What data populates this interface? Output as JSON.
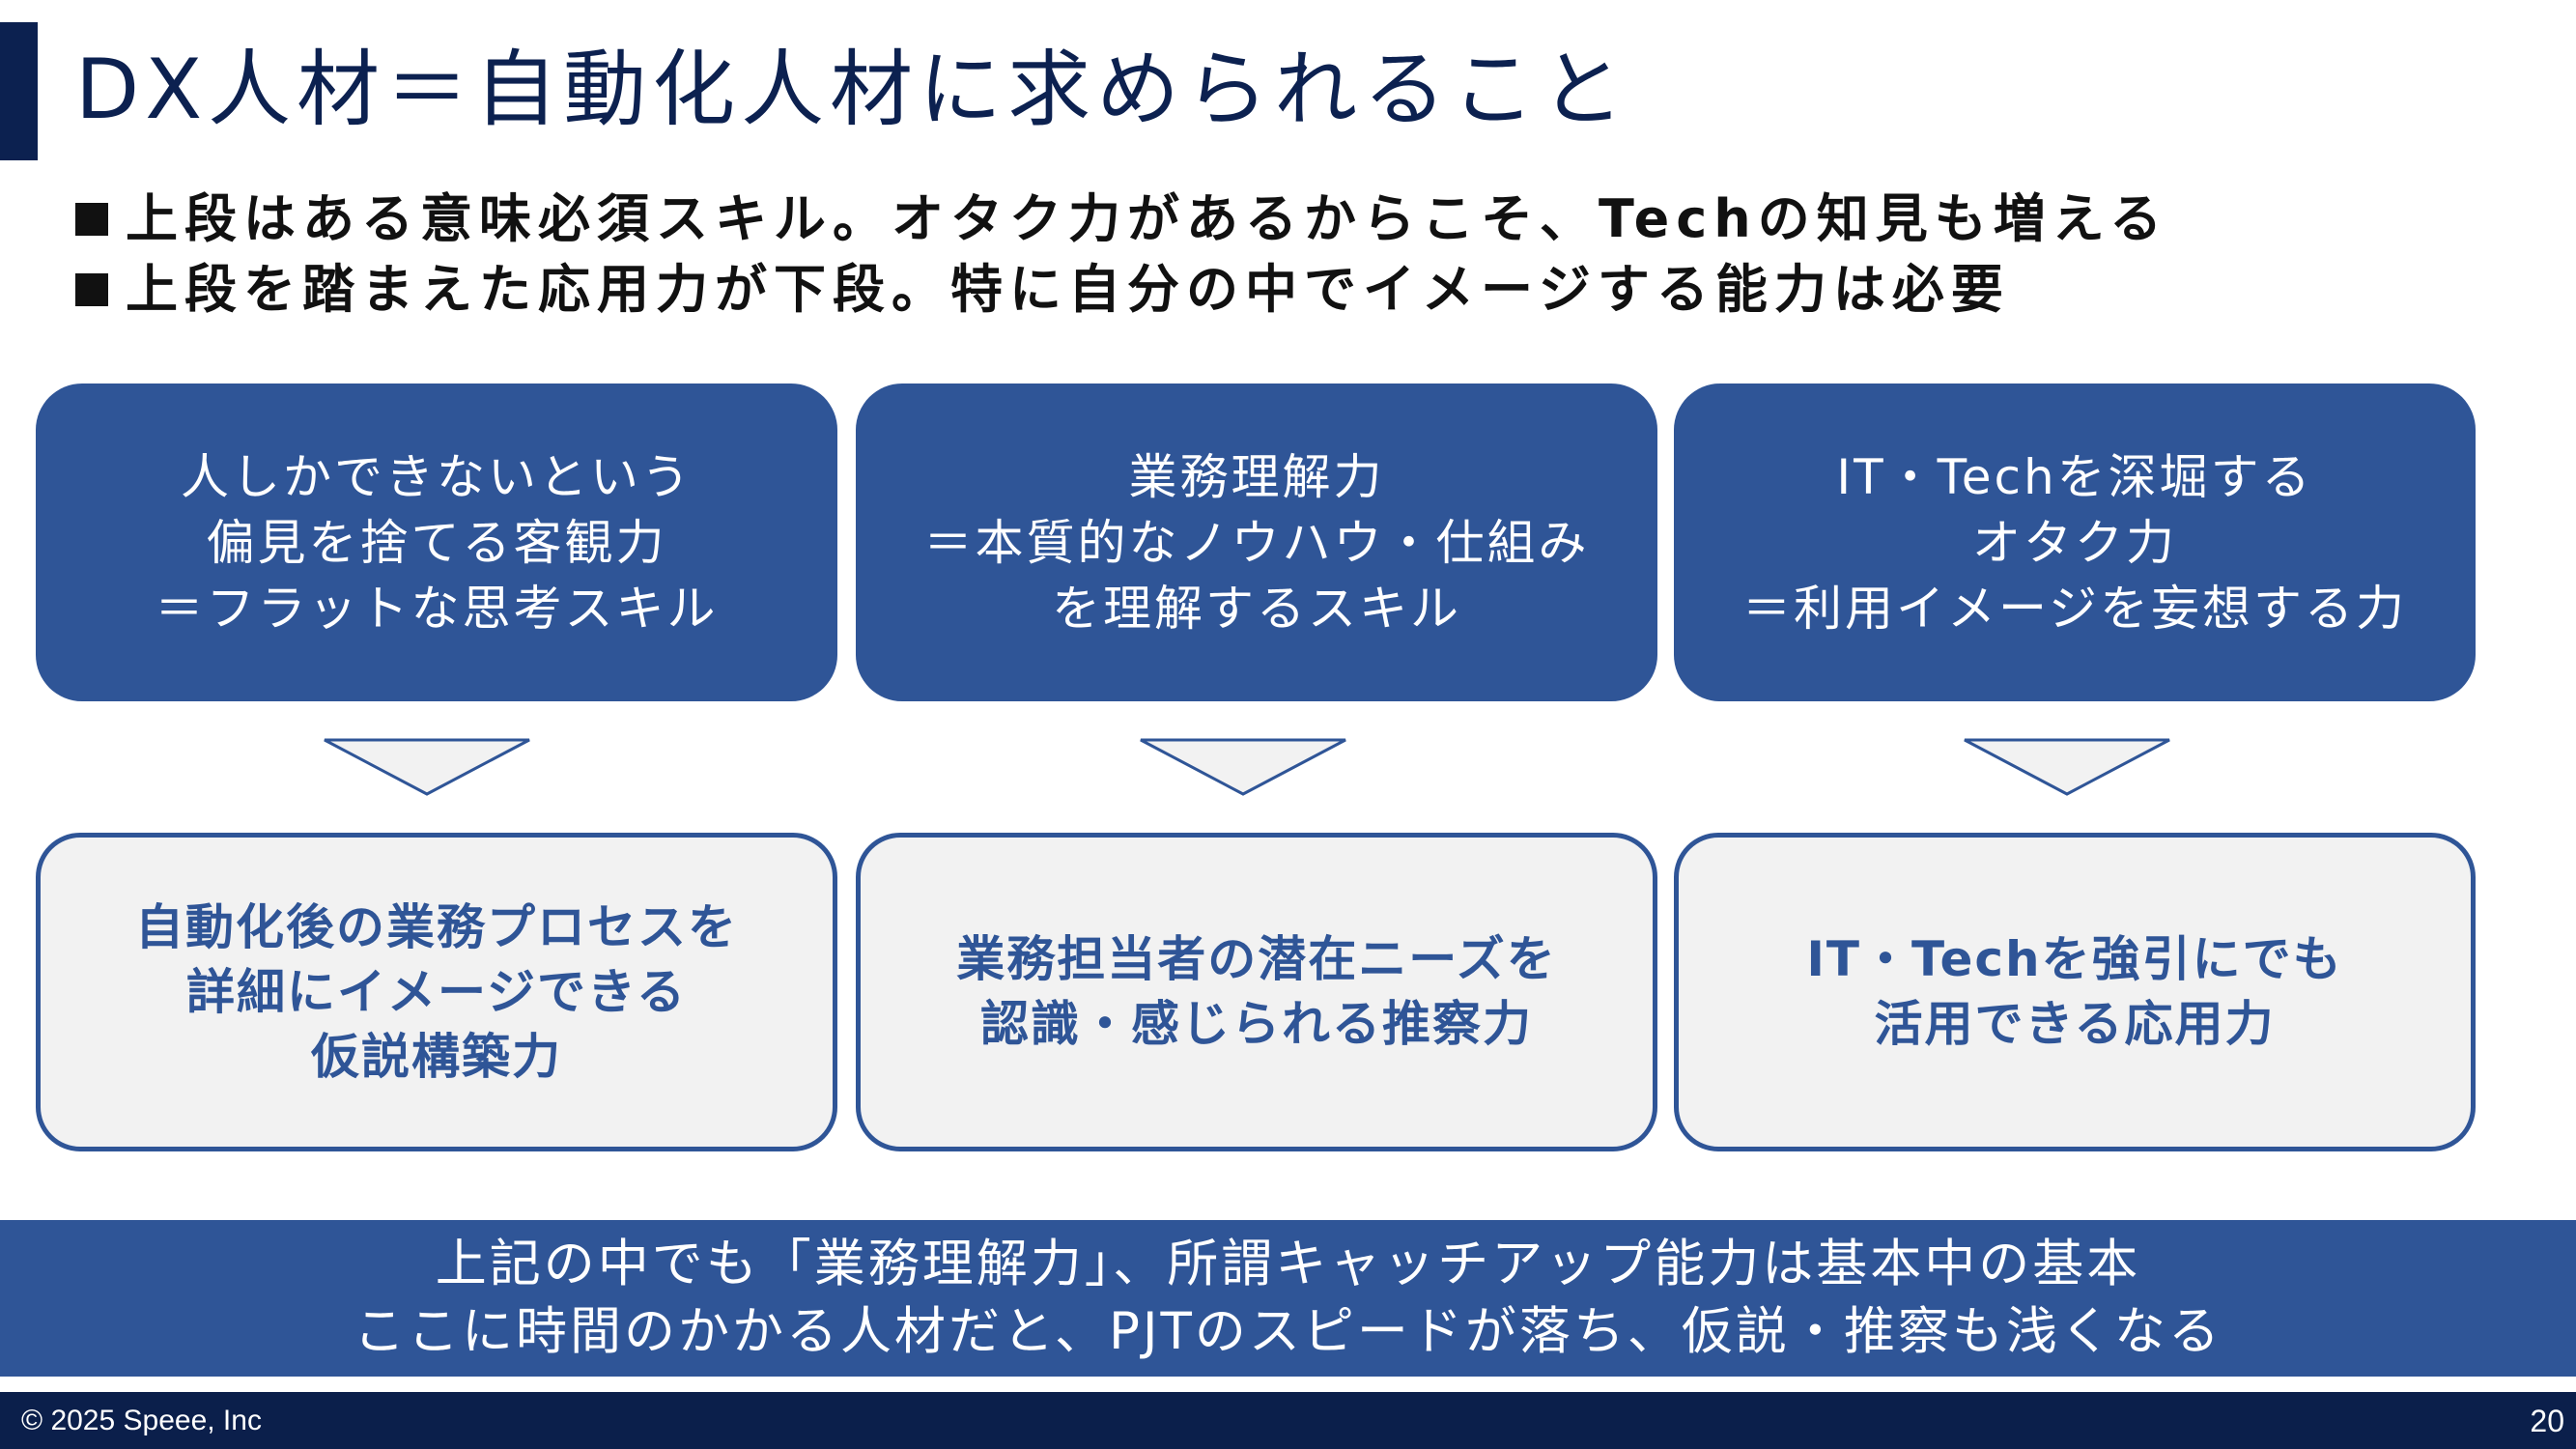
{
  "title": "DX人材＝自動化人材に求められること",
  "bullets": [
    "上段はある意味必須スキル。オタク力があるからこそ、Techの知見も増える",
    "上段を踏まえた応用力が下段。特に自分の中でイメージする能力は必要"
  ],
  "top_boxes": [
    {
      "lines": [
        "人しかできないという",
        "偏見を捨てる客観力",
        "＝フラットな思考スキル"
      ]
    },
    {
      "lines": [
        "業務理解力",
        "＝本質的なノウハウ・仕組み",
        "を理解するスキル"
      ]
    },
    {
      "lines": [
        "IT・Techを深堀する",
        "オタク力",
        "＝利用イメージを妄想する力"
      ]
    }
  ],
  "bottom_boxes": [
    {
      "lines": [
        "自動化後の業務プロセスを",
        "詳細にイメージできる",
        "仮説構築力"
      ]
    },
    {
      "lines": [
        "業務担当者の潜在ニーズを",
        "認識・感じられる推察力"
      ]
    },
    {
      "lines": [
        "IT・Techを強引にでも",
        "活用できる応用力"
      ]
    }
  ],
  "banner": {
    "lines": [
      "上記の中でも「業務理解力」、所謂キャッチアップ能力は基本中の基本",
      "ここに時間のかかる人材だと、PJTのスピードが落ち、仮説・推察も浅くなる"
    ]
  },
  "footer": {
    "copyright": "© 2025 Speee, Inc",
    "page_number": "20"
  },
  "colors": {
    "navy": "#0c2150",
    "box_blue": "#2f5597",
    "box_light": "#f2f2f2",
    "footer_bg": "#0b1f4b"
  },
  "icons": {
    "bullet": "black-square-bullet-icon",
    "arrow": "down-triangle-arrow-icon"
  }
}
